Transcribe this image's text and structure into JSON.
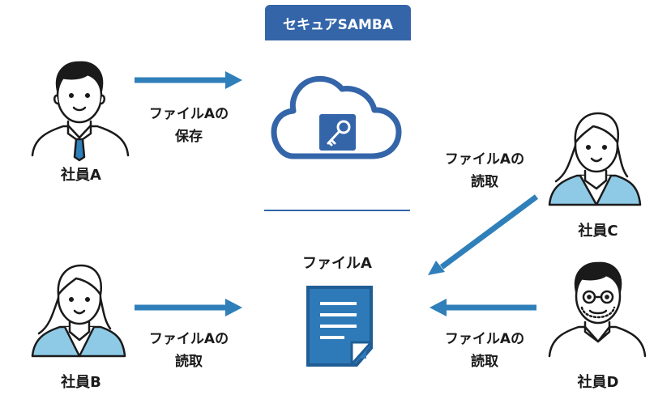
{
  "title": "セキュアSAMBA",
  "file_name": "ファイルA",
  "employees": [
    {
      "name": "社員A"
    },
    {
      "name": "社員B"
    },
    {
      "name": "社員C"
    },
    {
      "name": "社員D"
    }
  ],
  "actions": {
    "save": [
      "ファイルAの",
      "保存"
    ],
    "read": [
      "ファイルAの",
      "読取"
    ]
  },
  "colors": {
    "accent": "#2f7fba",
    "cloud": "#3465a9",
    "badge": "#3465a9",
    "shirt": "#8ecae6",
    "doc": "#2e7ab8"
  },
  "icons": [
    "person-icon",
    "cloud-key-icon",
    "document-icon",
    "arrow-icon"
  ]
}
